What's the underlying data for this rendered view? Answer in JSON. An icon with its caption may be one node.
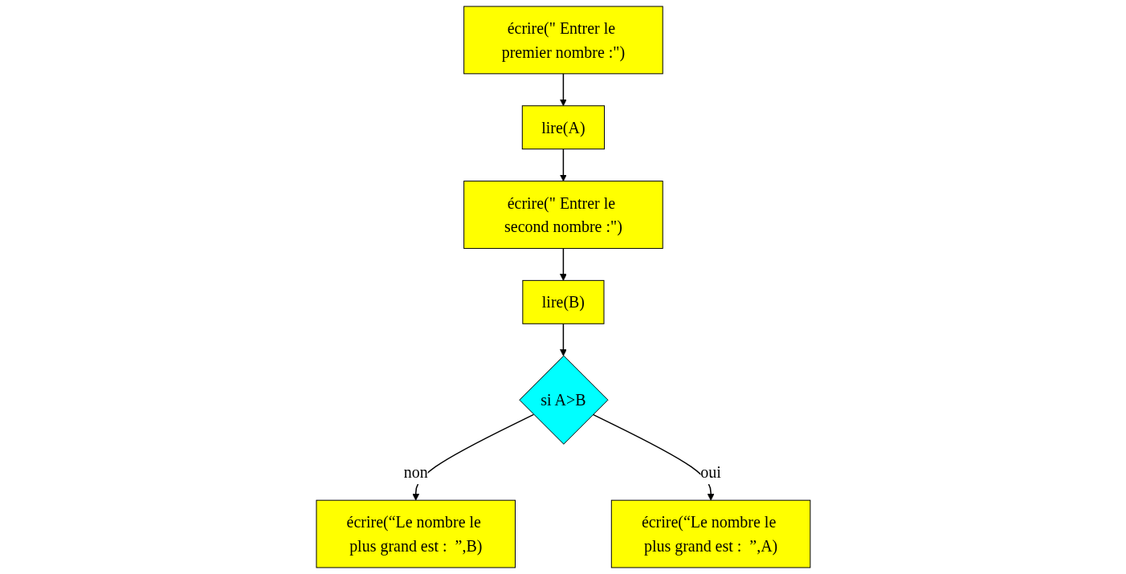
{
  "diagram": {
    "nodes": [
      {
        "text": [
          "écrire(\" Entrer le premier nombre :\")"
        ]
      },
      {
        "text": [
          "lire(A)"
        ]
      },
      {
        "text": [
          "écrire(\" Entrer le second nombre :\")"
        ]
      },
      {
        "text": [
          "lire(B)"
        ]
      },
      {
        "text": [
          "si A>B"
        ]
      },
      {
        "text": [
          "écrire(“Le nombre le plus grand est :  ”,B)"
        ]
      },
      {
        "text": [
          "écrire(“Le nombre le plus grand est :  ”,A)"
        ]
      }
    ],
    "edges": [
      {
        "from": 0,
        "to": 1,
        "arrow": "to"
      },
      {
        "from": 1,
        "to": 2,
        "arrow": "to"
      },
      {
        "from": 2,
        "to": 3,
        "arrow": "to"
      },
      {
        "from": 3,
        "to": 4,
        "arrow": "to"
      },
      {
        "from": 4,
        "to": 5,
        "arrow": "to",
        "label": "non"
      },
      {
        "from": 4,
        "to": 6,
        "arrow": "to",
        "label": "oui"
      }
    ]
  }
}
